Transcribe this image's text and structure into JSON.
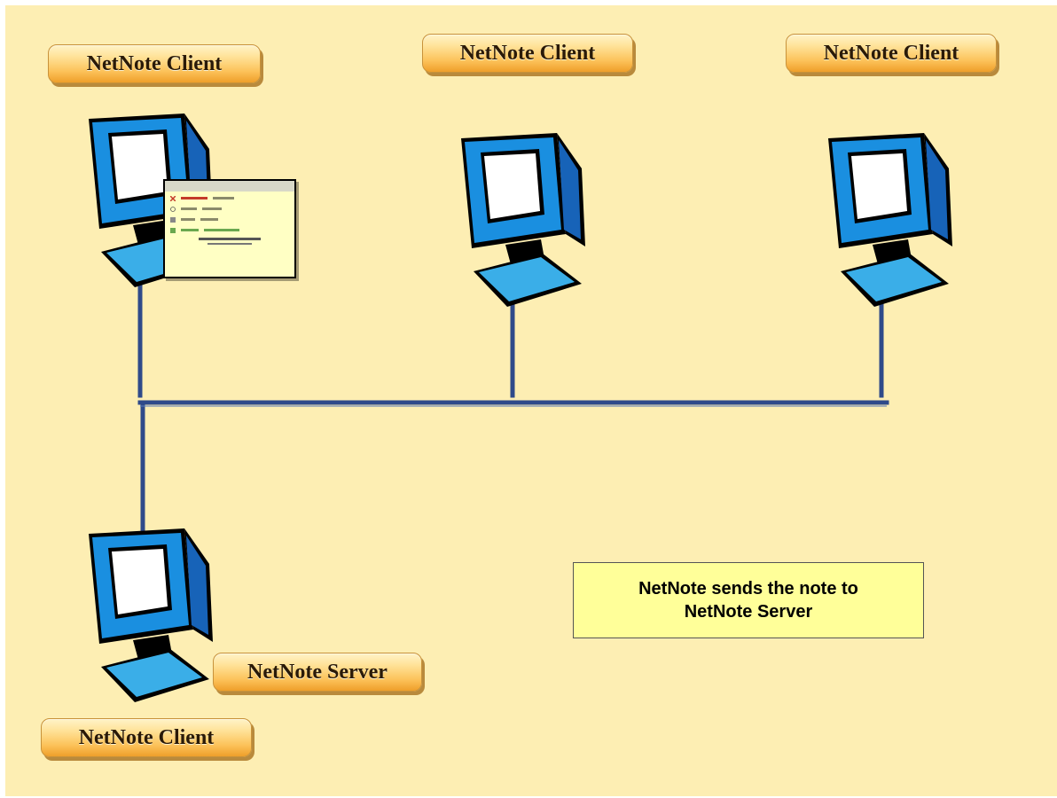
{
  "nodes": {
    "client_1": {
      "label": "NetNote Client"
    },
    "client_2": {
      "label": "NetNote Client"
    },
    "client_3": {
      "label": "NetNote Client"
    },
    "server": {
      "label": "NetNote Server"
    },
    "server_client": {
      "label": "NetNote Client"
    }
  },
  "message": "NetNote sends the note to\nNetNote Server",
  "colors": {
    "background": "#fdeeb3",
    "network_line": "#2f4a8a",
    "monitor_blue": "#1a8fe0",
    "monitor_base": "#3aaee8",
    "message_box": "#ffff99"
  },
  "icons": {
    "computer": "desktop-monitor-icon",
    "note_popup": "note-popup-window"
  }
}
